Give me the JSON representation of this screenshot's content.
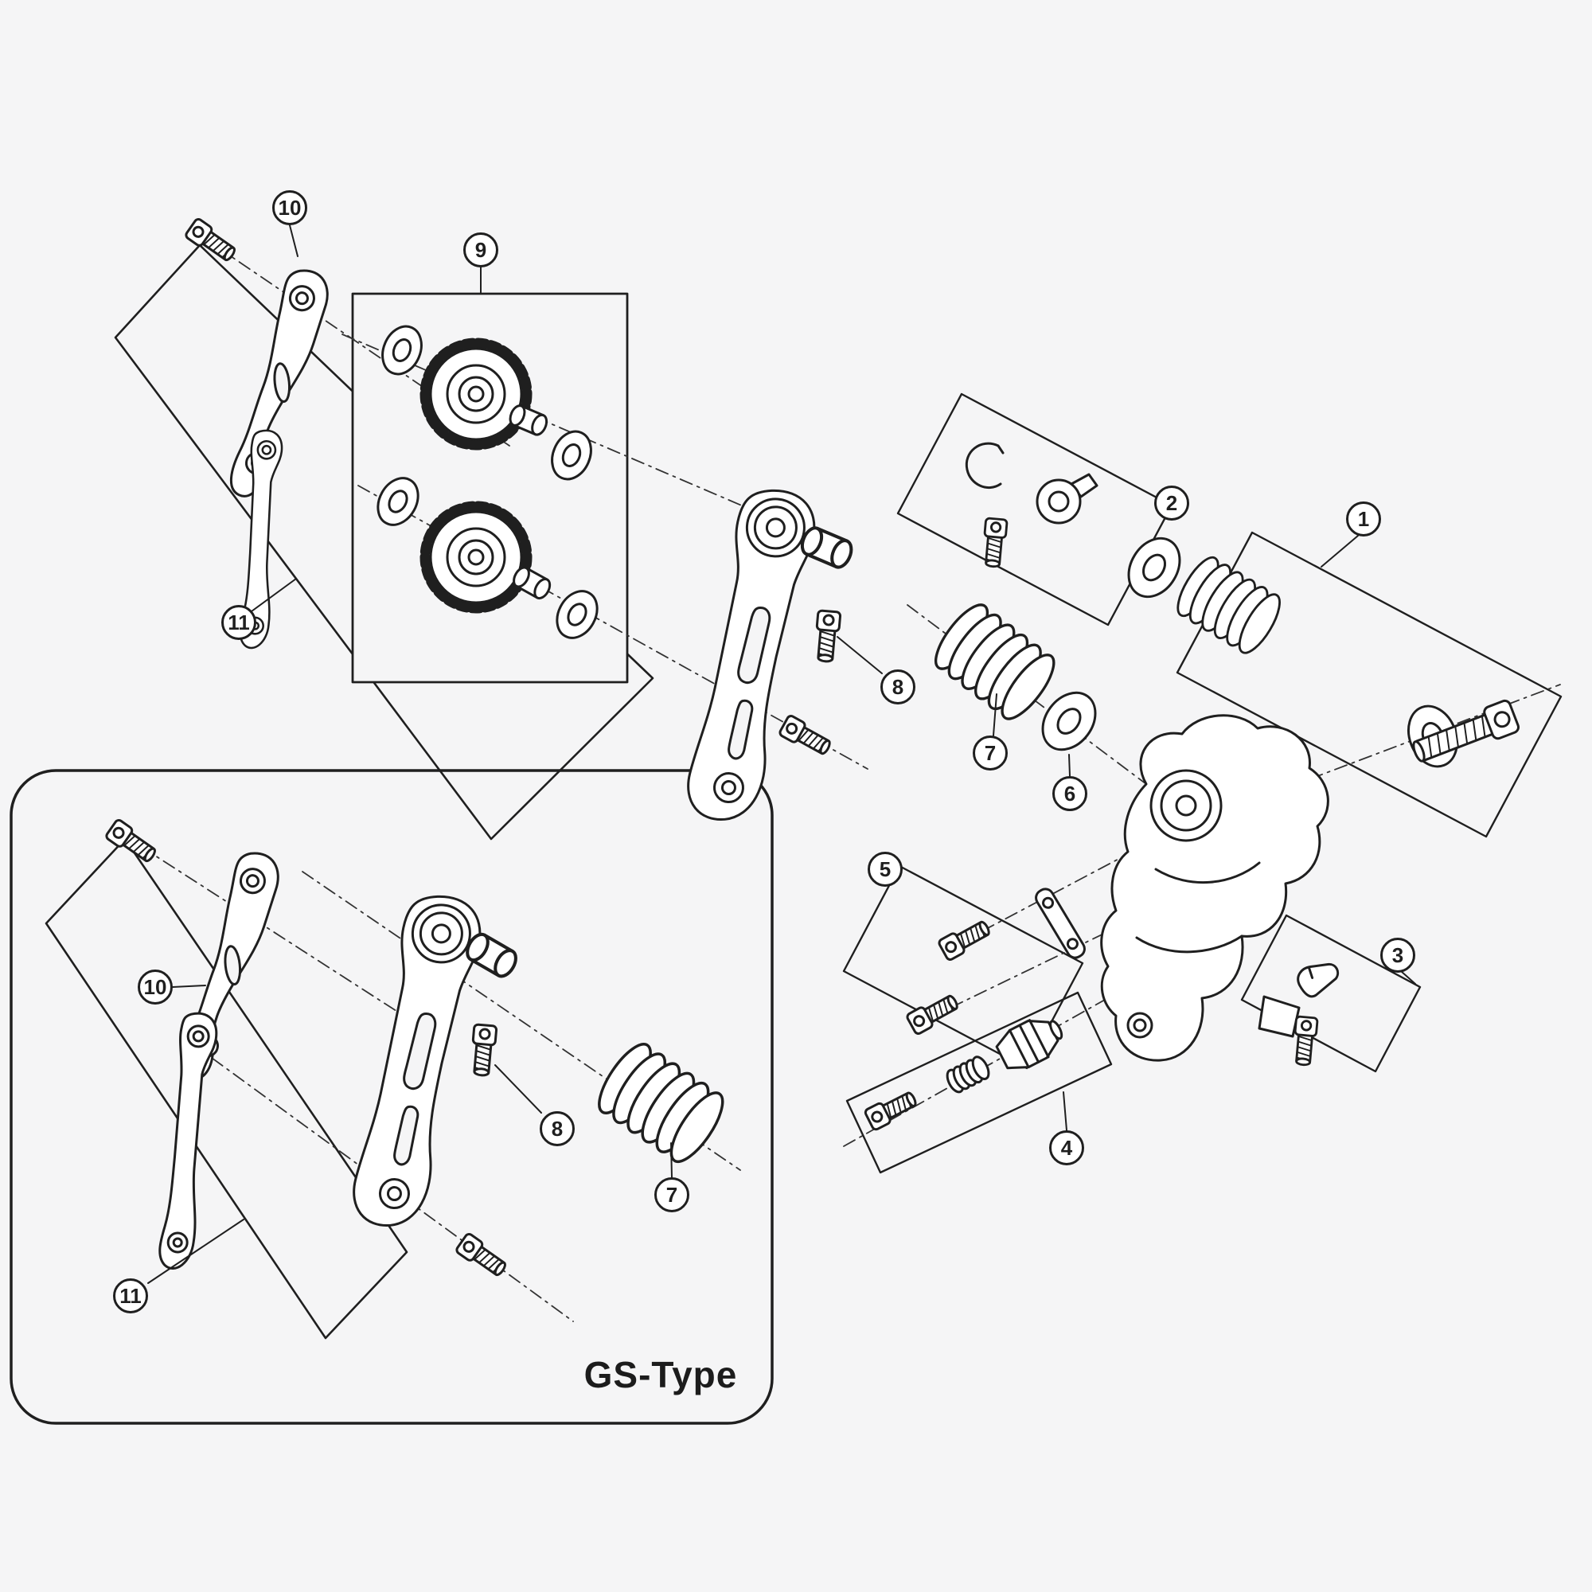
{
  "diagram": {
    "background_color": "#f5f5f6",
    "line_color": "#1f1f1f",
    "gs_label": "GS-Type",
    "callouts": [
      {
        "label": "10"
      },
      {
        "label": "9"
      },
      {
        "label": "11"
      },
      {
        "label": "8"
      },
      {
        "label": "2"
      },
      {
        "label": "1"
      },
      {
        "label": "7"
      },
      {
        "label": "6"
      },
      {
        "label": "5"
      },
      {
        "label": "3"
      },
      {
        "label": "4"
      },
      {
        "label": "10"
      },
      {
        "label": "8"
      },
      {
        "label": "7"
      },
      {
        "label": "11"
      }
    ]
  }
}
